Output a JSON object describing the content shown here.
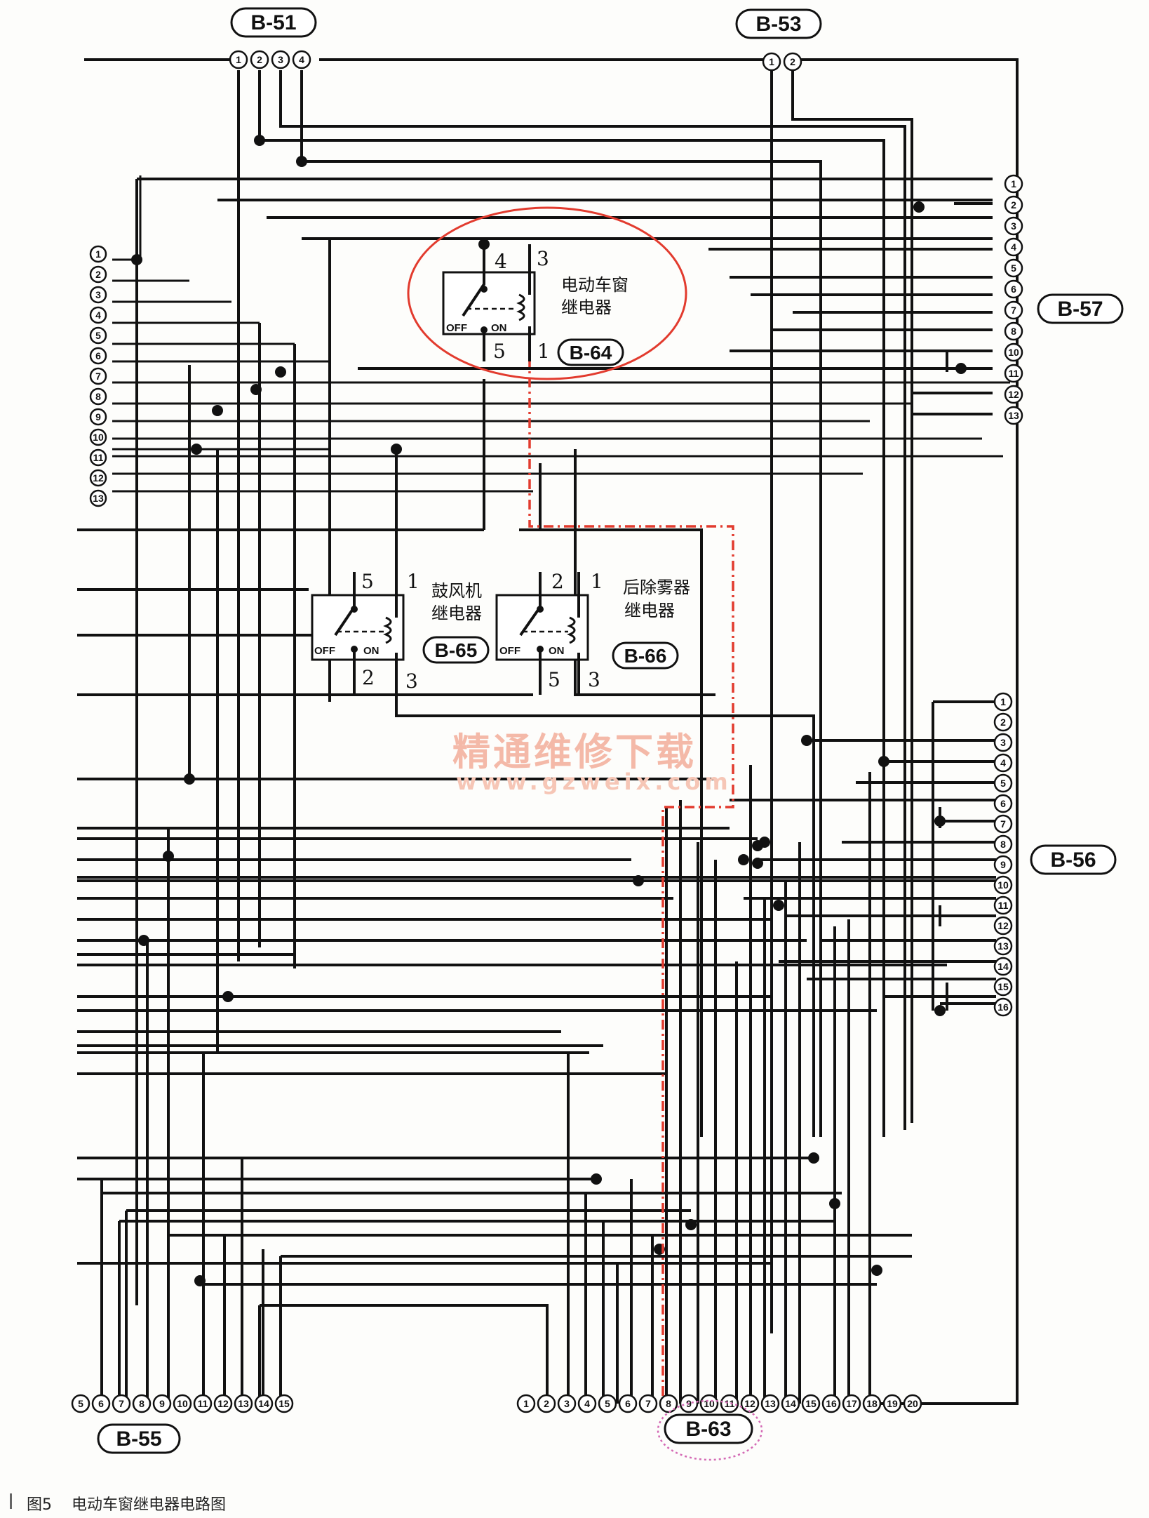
{
  "connectors": {
    "b51": {
      "label": "B-51",
      "pins": [
        "1",
        "2",
        "3",
        "4"
      ]
    },
    "b53": {
      "label": "B-53",
      "pins": [
        "1",
        "2"
      ]
    },
    "b57": {
      "label": "B-57",
      "pins": [
        "1",
        "2",
        "3",
        "4",
        "5",
        "6",
        "7",
        "8",
        "10",
        "11",
        "12",
        "13"
      ]
    },
    "b56": {
      "label": "B-56",
      "pins": [
        "1",
        "2",
        "3",
        "4",
        "5",
        "6",
        "7",
        "8",
        "9",
        "10",
        "11",
        "12",
        "13",
        "14",
        "15",
        "16"
      ]
    },
    "b55": {
      "label": "B-55",
      "pins": [
        "5",
        "6",
        "7",
        "8",
        "9",
        "10",
        "11",
        "12",
        "13",
        "14",
        "15"
      ]
    },
    "b63": {
      "label": "B-63",
      "pins": [
        "1",
        "2",
        "3",
        "4",
        "5",
        "6",
        "7",
        "8",
        "9",
        "10",
        "11",
        "12",
        "13",
        "14",
        "15",
        "16",
        "17",
        "18",
        "19",
        "20"
      ]
    },
    "left": {
      "pins": [
        "1",
        "2",
        "3",
        "4",
        "5",
        "6",
        "7",
        "8",
        "9",
        "10",
        "11",
        "12",
        "13"
      ]
    }
  },
  "relays": {
    "b64": {
      "id": "B-64",
      "name_line1": "电动车窗",
      "name_line2": "继电器",
      "t_a": "4",
      "t_b": "3",
      "t_c": "5",
      "t_d": "1",
      "off": "OFF",
      "on": "ON"
    },
    "b65": {
      "id": "B-65",
      "name_line1": "鼓风机",
      "name_line2": "继电器",
      "t_a": "5",
      "t_b": "1",
      "t_c": "2",
      "t_d": "3",
      "off": "OFF",
      "on": "ON"
    },
    "b66": {
      "id": "B-66",
      "name_line1": "后除雾器",
      "name_line2": "继电器",
      "t_a": "2",
      "t_b": "1",
      "t_c": "5",
      "t_d": "3",
      "off": "OFF",
      "on": "ON"
    }
  },
  "watermark": {
    "cn": "精通维修下载",
    "url": "www.gzweix.com"
  },
  "caption": {
    "fig": "图5",
    "text": "电动车窗继电器电路图"
  },
  "colors": {
    "wire": "#111111",
    "highlight_red": "#e23b2e",
    "highlight_pink": "#d46ab5"
  }
}
